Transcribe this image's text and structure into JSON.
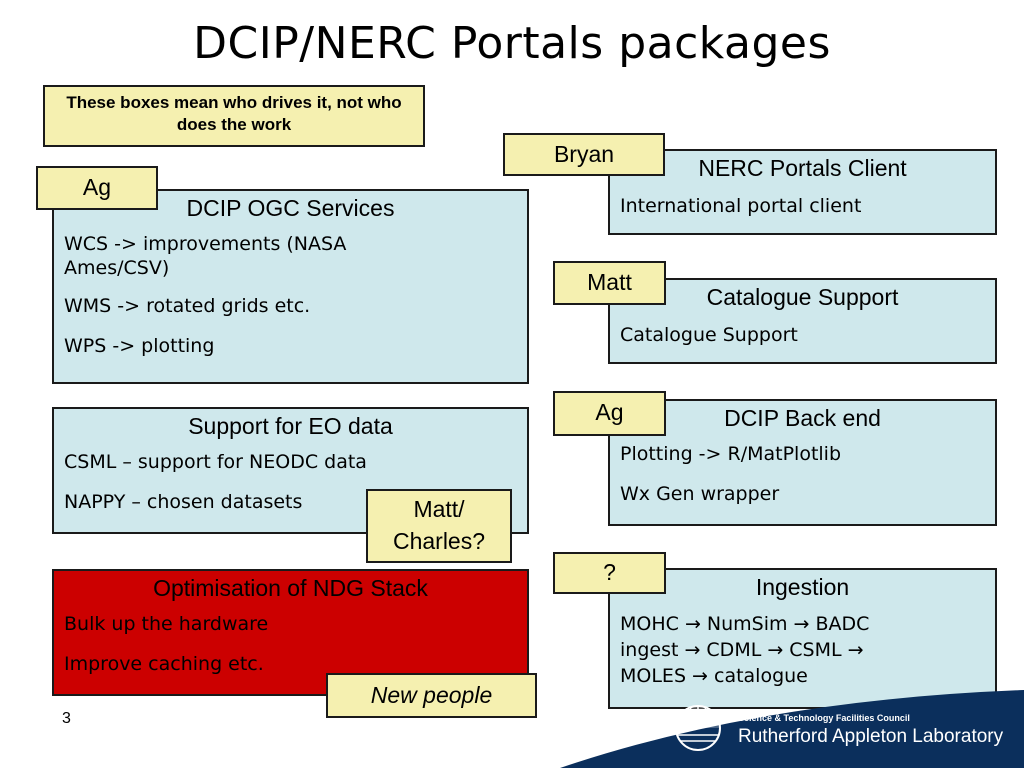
{
  "slide": {
    "title": "DCIP/NERC Portals packages",
    "note": "These boxes mean who drives it, not who does the work",
    "page_number": "3"
  },
  "boxes": {
    "ogc": {
      "heading": "DCIP OGC Services",
      "owner": "Ag",
      "lines": [
        "WCS -> improvements (NASA Ames/CSV)",
        "WMS -> rotated grids etc.",
        "WPS -> plotting"
      ]
    },
    "eo": {
      "heading": "Support for EO data",
      "owner": "Matt/ Charles?",
      "lines": [
        "CSML – support for NEODC data",
        "NAPPY – chosen datasets"
      ]
    },
    "ndg": {
      "heading": "Optimisation of NDG Stack",
      "owner": "New people",
      "lines": [
        "Bulk up the hardware",
        "Improve caching etc."
      ]
    },
    "client": {
      "heading": "NERC Portals Client",
      "owner": "Bryan",
      "lines": [
        "International portal client"
      ]
    },
    "catalogue": {
      "heading": "Catalogue Support",
      "owner": "Matt",
      "lines": [
        "Catalogue Support"
      ]
    },
    "backend": {
      "heading": "DCIP Back end",
      "owner": "Ag",
      "lines": [
        "Plotting -> R/MatPlotlib",
        "Wx Gen wrapper"
      ]
    },
    "ingestion": {
      "heading": "Ingestion",
      "owner": "?",
      "lines": [
        "MOHC → NumSim → BADC ingest → CDML → CSML → MOLES → catalogue"
      ]
    }
  },
  "footer": {
    "org_small": "Science & Technology Facilities Council",
    "org_large": "Rutherford Appleton Laboratory"
  },
  "colors": {
    "box_fill": "#cfe8ec",
    "tag_fill": "#f5f0b0",
    "alert_fill": "#cc0000",
    "footer_navy": "#0b2f5c"
  }
}
